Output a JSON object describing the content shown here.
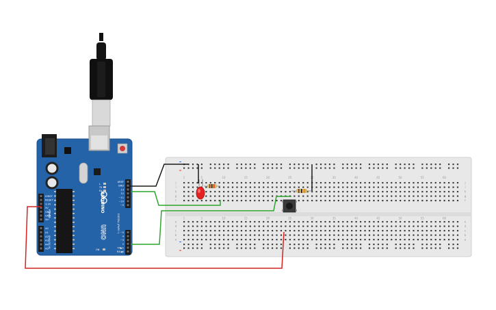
{
  "board": {
    "logo": "ARDUINO",
    "model": "UNO",
    "header_top_left": [
      "AREF",
      "GND",
      "13",
      "12",
      "~11",
      "~10",
      "~9"
    ],
    "header_bottom_right": [
      "~5",
      "4",
      "~3",
      "2",
      "TX▶1",
      "RX◀0"
    ],
    "header_right_group": "DIGITAL (PWM~)",
    "power_pins": [
      "IOREF",
      "RESET",
      "3.3V",
      "5V",
      "GND",
      "GND",
      "Vin"
    ],
    "power_group": "POWER",
    "analog_pins": [
      "A0",
      "A1",
      "A2",
      "A3",
      "A4",
      "A5"
    ],
    "analog_group": "ANALOG IN",
    "led_labels": [
      "L",
      "TX",
      "RX"
    ],
    "on_label": "ON"
  },
  "breadboard": {
    "column_numbers": [
      "1",
      "5",
      "10",
      "15",
      "20",
      "25",
      "30",
      "35",
      "40",
      "45",
      "50",
      "55",
      "60"
    ],
    "row_letters": [
      "a",
      "b",
      "c",
      "d",
      "e",
      "f",
      "g",
      "h",
      "i",
      "j"
    ]
  },
  "components": {
    "led_color": "#e52222",
    "resistor_color": "#d8b36a",
    "button_color": "#3a3a3a"
  },
  "wire_colors": {
    "black": "#1a1a1a",
    "green": "#2ca52c",
    "red": "#d42020"
  },
  "colors": {
    "board": "#2563a8",
    "breadboard": "#e8e8e8",
    "usb_cable": "#111111"
  }
}
